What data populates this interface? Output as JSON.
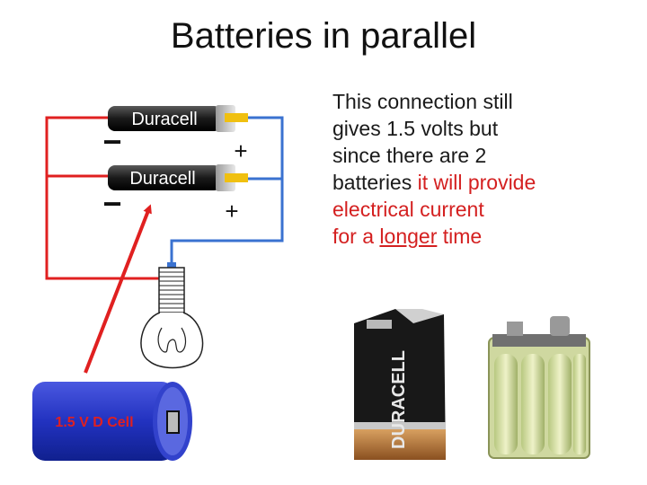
{
  "title": "Batteries in parallel",
  "battery_top": {
    "label": "Duracell"
  },
  "battery_bottom": {
    "label": "Duracell"
  },
  "symbols": {
    "minus": "−",
    "plus": "+"
  },
  "d_cell": {
    "label": "1.5 V D Cell"
  },
  "description": {
    "line1": "This connection still",
    "line2": "gives 1.5 volts but",
    "line3": "since there are 2",
    "line4_a": "batteries ",
    "line4_b": "it will provide",
    "line5": "electrical current",
    "line6_a": "for a ",
    "line6_b": "longer",
    "line6_c": " time"
  },
  "colors": {
    "wire_negative": "#e02020",
    "wire_positive": "#3a72d0",
    "battery_body": "#202020",
    "battery_cap": "#f0c010",
    "d_cell_body": "#2a36c8",
    "d_cell_label": "#e02020"
  }
}
